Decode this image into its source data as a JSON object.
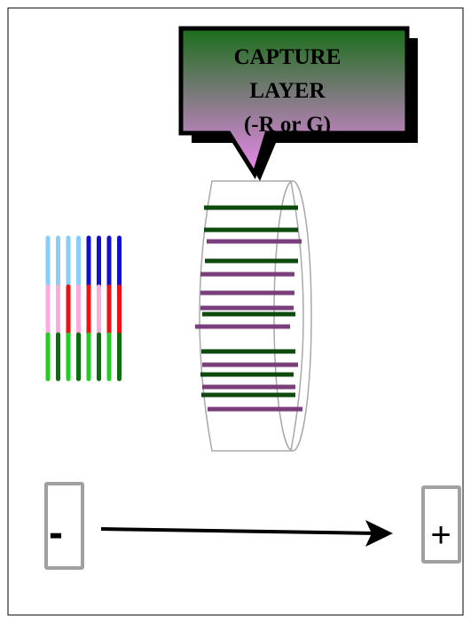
{
  "diagram": {
    "callout": {
      "lines": [
        "CAPTURE",
        "LAYER",
        "(-R or G)"
      ],
      "gradient_top": "#1a6e1a",
      "gradient_bottom": "#ee88ee"
    },
    "negative_terminal": {
      "label": "-"
    },
    "positive_terminal": {
      "label": "+"
    },
    "arrow": {
      "direction": "right"
    },
    "strands": [
      {
        "segments": [
          "#87cefa",
          "#ffaadd",
          "#22cc22"
        ]
      },
      {
        "segments": [
          "#87cefa",
          "#ffaadd",
          "#0a6e0a"
        ]
      },
      {
        "segments": [
          "#87cefa",
          "#ee1111",
          "#22cc22"
        ]
      },
      {
        "segments": [
          "#87cefa",
          "#ffaadd",
          "#0a6e0a"
        ]
      },
      {
        "segments": [
          "#1111cc",
          "#ee1111",
          "#22cc22"
        ]
      },
      {
        "segments": [
          "#1111cc",
          "#ffaadd",
          "#0a6e0a"
        ]
      },
      {
        "segments": [
          "#1111cc",
          "#ee1111",
          "#22cc22"
        ]
      },
      {
        "segments": [
          "#1111cc",
          "#ee1111",
          "#0a6e0a"
        ]
      }
    ],
    "capture_bands": [
      {
        "color": "#0e4a0e"
      },
      {
        "color": "#0e4a0e"
      },
      {
        "color": "#7a3f7a"
      },
      {
        "color": "#0e4a0e"
      },
      {
        "color": "#7a3f7a"
      },
      {
        "color": "#7a3f7a"
      },
      {
        "color": "#7a3f7a"
      },
      {
        "color": "#0e4a0e"
      },
      {
        "color": "#7a3f7a"
      },
      {
        "color": "#0e4a0e"
      },
      {
        "color": "#7a3f7a"
      },
      {
        "color": "#0e4a0e"
      },
      {
        "color": "#7a3f7a"
      },
      {
        "color": "#0e4a0e"
      },
      {
        "color": "#7a3f7a"
      }
    ]
  }
}
